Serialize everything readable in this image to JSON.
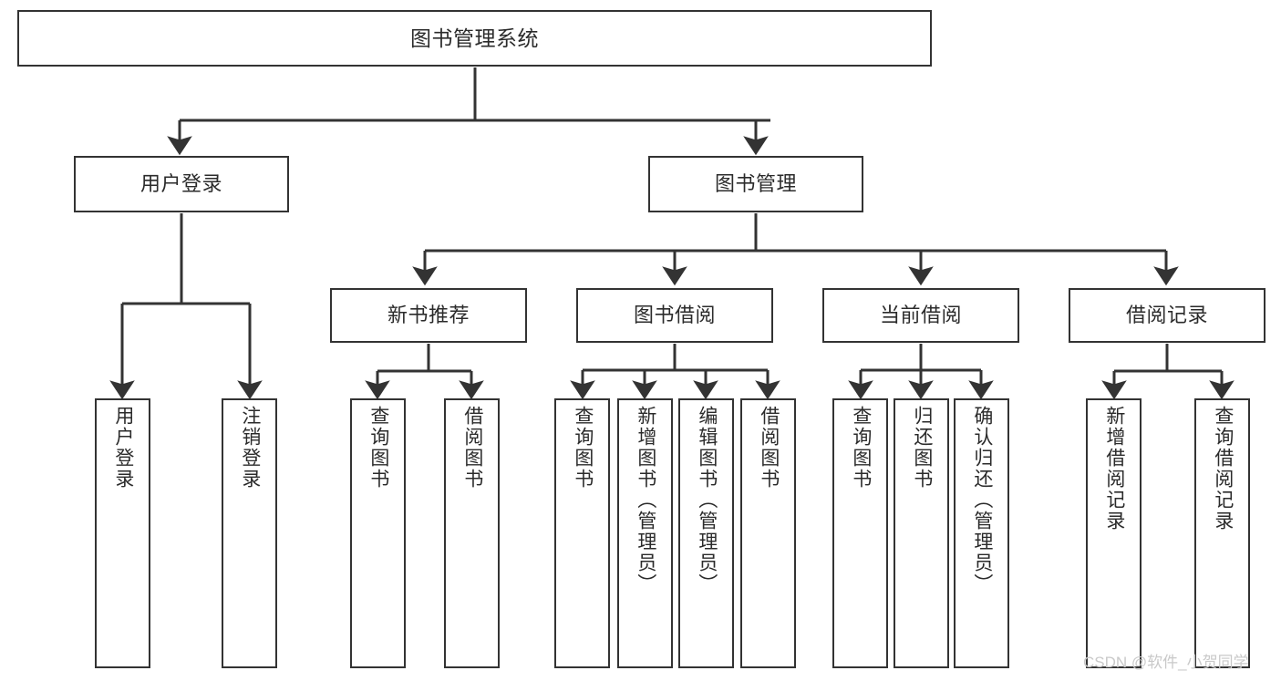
{
  "diagram": {
    "title": "图书管理系统",
    "type": "tree",
    "watermark": "CSDN @软件_小贺同学",
    "colors": {
      "box_border": "#333333",
      "box_fill": "#ffffff",
      "text": "#2b2b2b",
      "edge": "#333333",
      "watermark": "#c9c9c9"
    },
    "nodes": {
      "root": {
        "label": "图书管理系统"
      },
      "level2": [
        {
          "label": "用户登录"
        },
        {
          "label": "图书管理"
        }
      ],
      "level3": [
        {
          "label": "新书推荐"
        },
        {
          "label": "图书借阅"
        },
        {
          "label": "当前借阅"
        },
        {
          "label": "借阅记录"
        }
      ],
      "leaves_user_login": [
        {
          "label": "用户登录"
        },
        {
          "label": "注销登录"
        }
      ],
      "leaves_new_book": [
        {
          "label": "查询图书"
        },
        {
          "label": "借阅图书"
        }
      ],
      "leaves_borrow": [
        {
          "label": "查询图书"
        },
        {
          "label": "新增图书（管理员）"
        },
        {
          "label": "编辑图书（管理员）"
        },
        {
          "label": "借阅图书"
        }
      ],
      "leaves_current": [
        {
          "label": "查询图书"
        },
        {
          "label": "归还图书"
        },
        {
          "label": "确认归还（管理员）"
        }
      ],
      "leaves_records": [
        {
          "label": "新增借阅记录"
        },
        {
          "label": "查询借阅记录"
        }
      ]
    }
  }
}
